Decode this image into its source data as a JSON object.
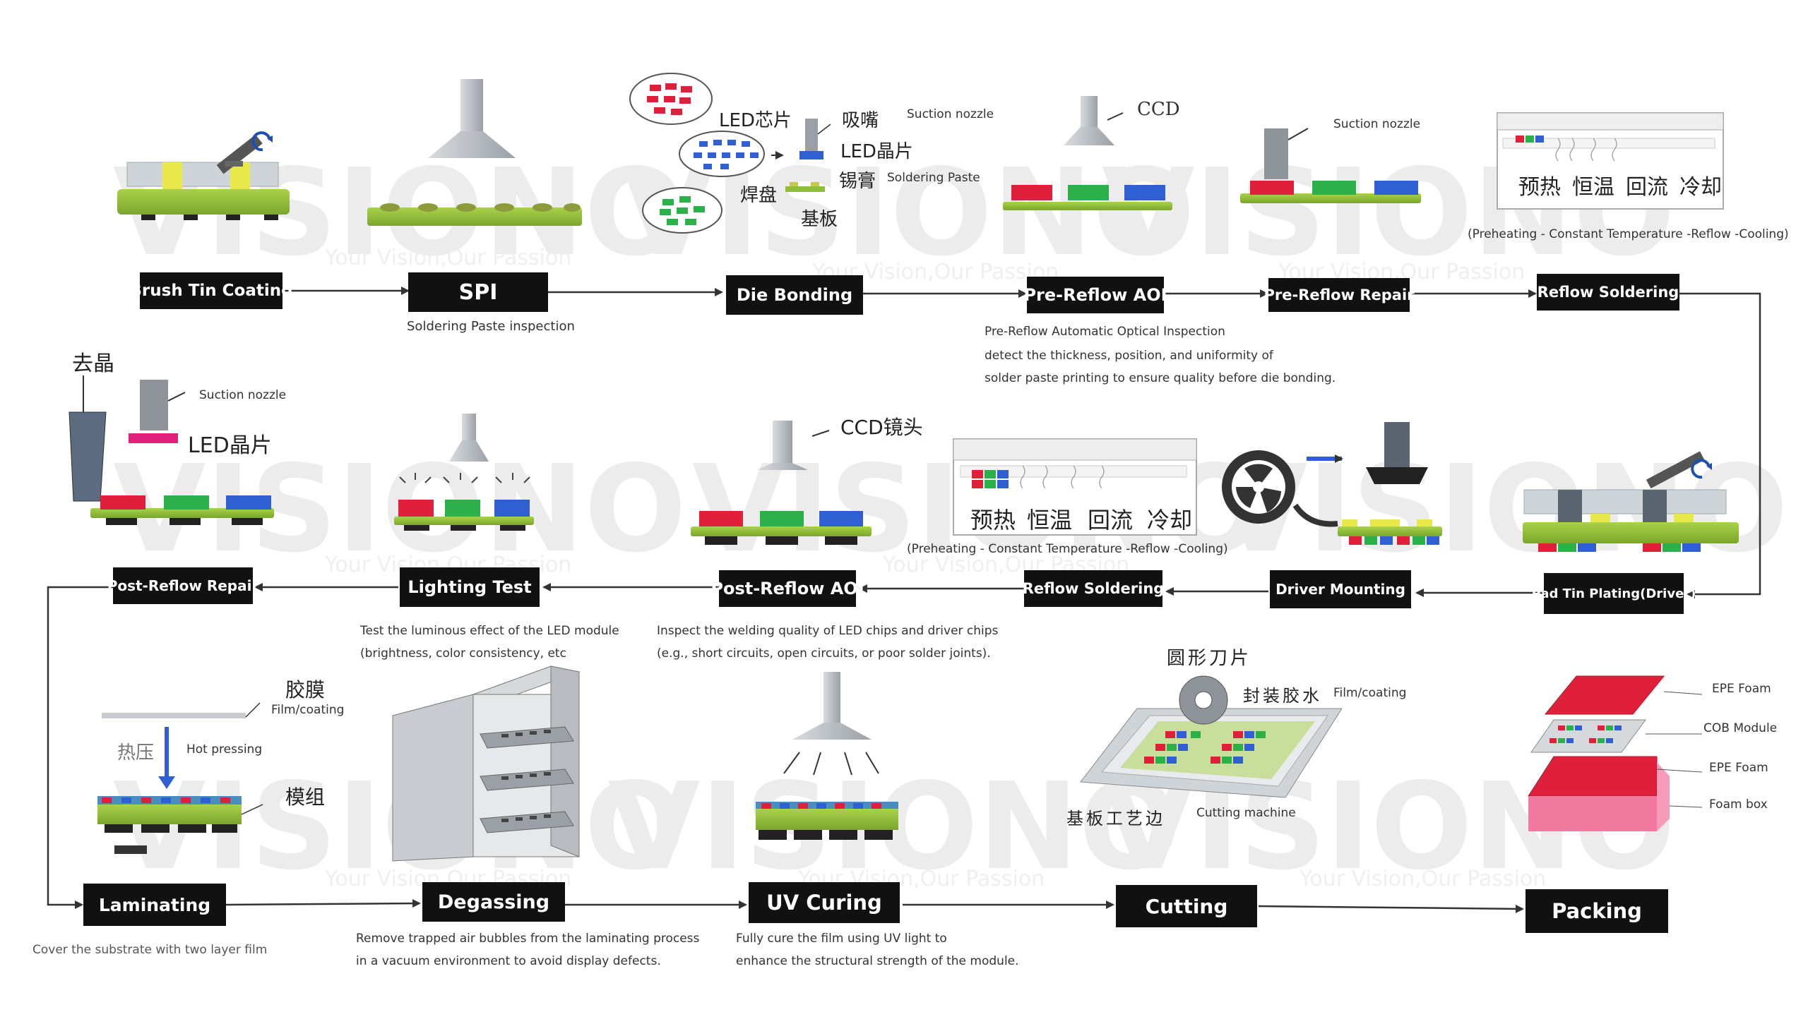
{
  "watermark": {
    "brand": "VISIONO",
    "tagline": "Your Vision,Our Passion"
  },
  "row1": {
    "steps": [
      "Brush Tin Coating",
      "SPI",
      "Die Bonding",
      "Pre-Reflow AOI",
      "Pre-Reflow Repair",
      "Reflow Soldering"
    ],
    "spi_caption": "Soldering Paste inspection",
    "aoi_caption": [
      "Pre-Reflow Automatic Optical Inspection",
      "detect the thickness, position, and uniformity of",
      "solder paste printing to ensure quality before die bonding."
    ],
    "die_bonding": {
      "led_chip_zh": "LED芯片",
      "suction_zh": "吸嘴",
      "suction_en": "Suction nozzle",
      "led_wafer_zh": "LED晶片",
      "paste_zh": "锡膏",
      "paste_en": "Soldering Paste",
      "pad_zh": "焊盘",
      "substrate_zh": "基板"
    },
    "ccd": "CCD",
    "repair_nozzle": "Suction nozzle",
    "reflow_zh": [
      "预热",
      "恒温",
      "回流",
      "冷却"
    ],
    "reflow_caption": "(Preheating - Constant Temperature -Reflow -Cooling)"
  },
  "row2": {
    "steps": [
      "Post-Reflow Repair",
      "Lighting Test",
      "Post-Reflow AOI",
      "Reflow Soldering",
      "Driver Mounting",
      "Pad Tin Plating(Driver)"
    ],
    "remove_zh": "去晶",
    "nozzle_en": "Suction nozzle",
    "wafer_zh": "LED晶片",
    "ccd_zh": "CCD镜头",
    "reflow_zh": [
      "预热",
      "恒温",
      "回流",
      "冷却"
    ],
    "reflow_caption": "(Preheating - Constant Temperature -Reflow -Cooling)",
    "lighting_caption": [
      "Test the luminous effect of the LED module",
      "(brightness, color consistency, etc"
    ],
    "aoi_caption": [
      "Inspect the welding quality of LED chips and driver chips",
      "(e.g., short circuits, open circuits, or poor solder joints)."
    ]
  },
  "row3": {
    "steps": [
      "Laminating",
      "Degassing",
      "UV Curing",
      "Cutting",
      "Packing"
    ],
    "film_zh": "胶膜",
    "film_en": "Film/coating",
    "hot_zh": "热压",
    "hot_en": "Hot pressing",
    "module_zh": "模组",
    "laminating_caption": "Cover the substrate with two layer film",
    "degassing_caption": [
      "Remove trapped air bubbles from the laminating process",
      "in a vacuum environment to avoid display defects."
    ],
    "uv_caption": [
      "Fully cure the  film using UV light to",
      "enhance the structural strength of the module."
    ],
    "blade_zh": "圆形刀片",
    "glue_zh": "封装胶水",
    "glue_en": "Film/coating",
    "edge_zh": "基板工艺边",
    "machine_en": "Cutting machine",
    "packing_labels": [
      "EPE Foam",
      "COB Module",
      "EPE Foam",
      "Foam box"
    ]
  },
  "colors": {
    "board": "#8fbf3a",
    "red": "#e0203a",
    "green": "#2bb04a",
    "blue": "#2f5fd0",
    "box": "#111111",
    "arrow": "#333333",
    "pink": "#f27aa0"
  }
}
